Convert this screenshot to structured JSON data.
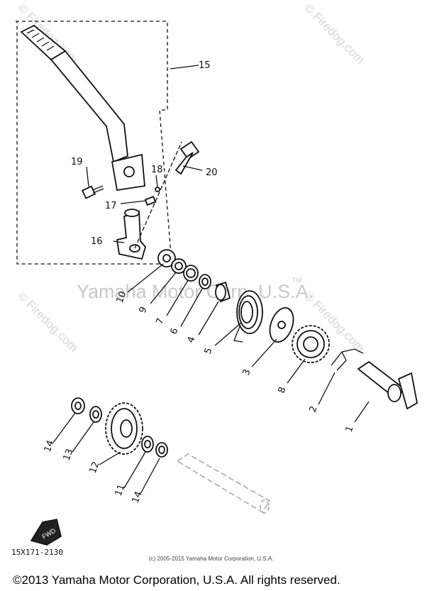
{
  "diagram": {
    "watermark_center": "Yamaha Motor Corp, U.S.A.",
    "watermark_tm": "TM",
    "watermark_site": "© Firedog.com",
    "small_copyright": "(c) 2005-2015 Yamaha Motor Corporation, U.S.A.",
    "diagram_code": "15X171-2130",
    "fwd_label": "FWD",
    "footer_copyright": "©2013 Yamaha Motor Corporation, U.S.A. All rights reserved.",
    "callouts": {
      "c1": "1",
      "c2": "2",
      "c3": "3",
      "c4": "4",
      "c5": "5",
      "c6": "6",
      "c7": "7",
      "c8": "8",
      "c9": "9",
      "c10": "10",
      "c11": "11",
      "c12": "12",
      "c13": "13",
      "c14a": "14",
      "c14b": "14",
      "c15": "15",
      "c16": "16",
      "c17": "17",
      "c18": "18",
      "c19": "19",
      "c20": "20"
    }
  }
}
